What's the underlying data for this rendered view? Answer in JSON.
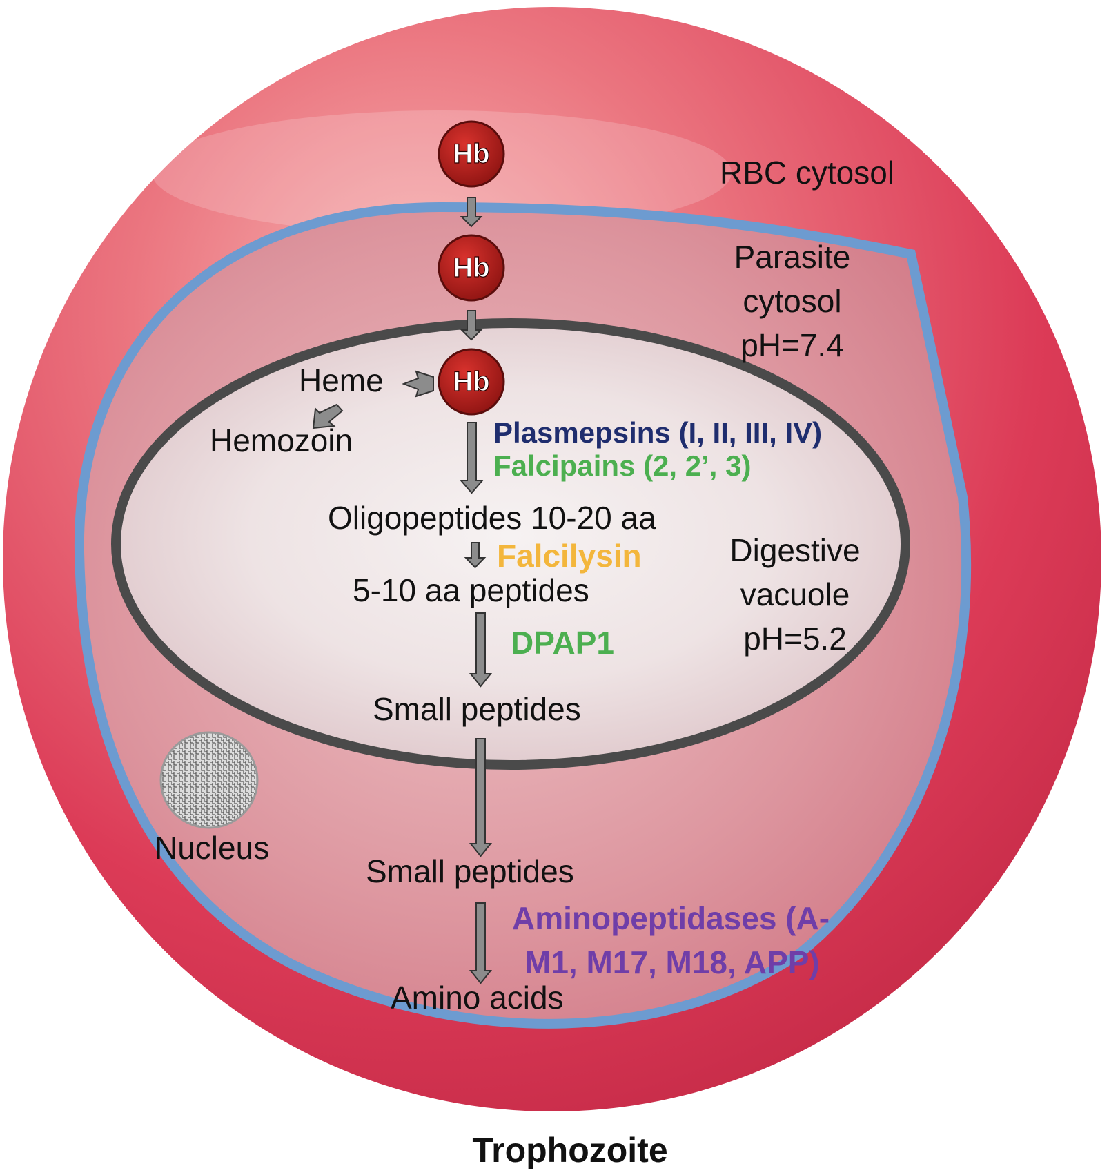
{
  "colors": {
    "rbc": "#d93d57",
    "rbc_light": "#f08a8f",
    "parasite_membrane": "#6d9bd0",
    "parasite_fill": "#d9838f",
    "vacuole_border": "#4a4a4a",
    "vacuole_center": "#f3eeee",
    "hb_fill": "#a81a18",
    "arrow_fill": "#8c8c8c",
    "plasmepsins": "#1f2d6e",
    "falcipains": "#4caf50",
    "falcilysin": "#f3b63c",
    "dpap1": "#4caf50",
    "aminopeptidases": "#6f3ea8"
  },
  "compartments": {
    "rbc": "RBC cytosol",
    "parasite_line1": "Parasite",
    "parasite_line2": "cytosol",
    "parasite_ph": "pH=7.4",
    "vacuole_line1": "Digestive",
    "vacuole_line2": "vacuole",
    "vacuole_ph": "pH=5.2",
    "nucleus": "Nucleus"
  },
  "hemoglobin": {
    "label": "Hb"
  },
  "products": {
    "heme": "Heme",
    "hemozoin": "Hemozoin",
    "oligopeptides": "Oligopeptides 10-20 aa",
    "peptides_5_10": "5-10 aa peptides",
    "small_peptides_vacuole": "Small peptides",
    "small_peptides_cytosol": "Small peptides",
    "amino_acids": "Amino acids"
  },
  "enzymes": {
    "plasmepsins": "Plasmepsins (I, II, III, IV)",
    "falcipains": "Falcipains (2, 2’, 3)",
    "falcilysin": "Falcilysin",
    "dpap1": "DPAP1",
    "aminopeptidases_line1": "Aminopeptidases (A-",
    "aminopeptidases_line2": "M1, M17, M18, APP)"
  },
  "caption": "Trophozoite",
  "icons": {
    "hb": "hemoglobin-molecule-icon",
    "arrow": "down-arrow-icon",
    "nucleus": "nucleus-icon"
  }
}
